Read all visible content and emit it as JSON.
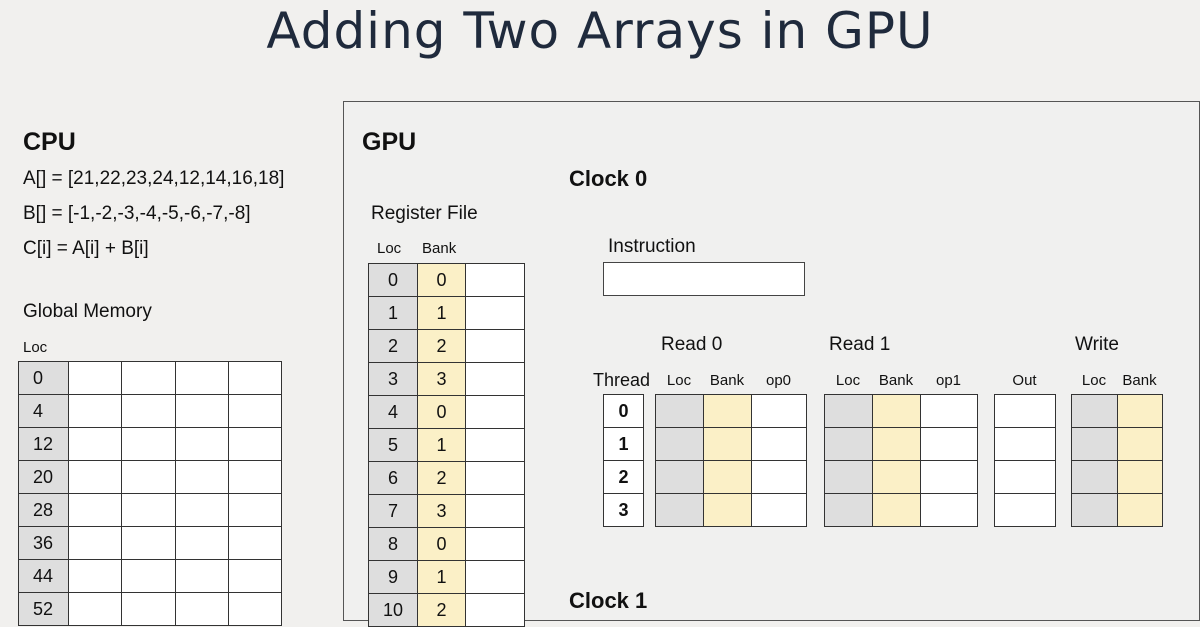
{
  "title": "Adding Two Arrays in GPU",
  "cpu": {
    "heading": "CPU",
    "lines": [
      "A[] = [21,22,23,24,12,14,16,18]",
      "B[] = [-1,-2,-3,-4,-5,-6,-7,-8]",
      "C[i] = A[i] + B[i]"
    ],
    "global_memory_label": "Global Memory",
    "loc_header": "Loc",
    "locs": [
      "0",
      "4",
      "12",
      "20",
      "28",
      "36",
      "44",
      "52"
    ]
  },
  "gpu": {
    "heading": "GPU",
    "clock0": "Clock 0",
    "clock1": "Clock 1",
    "register_file": {
      "label": "Register File",
      "headers": [
        "Loc",
        "Bank"
      ],
      "rows": [
        [
          "0",
          "0"
        ],
        [
          "1",
          "1"
        ],
        [
          "2",
          "2"
        ],
        [
          "3",
          "3"
        ],
        [
          "4",
          "0"
        ],
        [
          "5",
          "1"
        ],
        [
          "6",
          "2"
        ],
        [
          "7",
          "3"
        ],
        [
          "8",
          "0"
        ],
        [
          "9",
          "1"
        ],
        [
          "10",
          "2"
        ]
      ]
    },
    "instruction_label": "Instruction",
    "read0": {
      "label": "Read 0",
      "headers": [
        "Loc",
        "Bank",
        "op0"
      ]
    },
    "read1": {
      "label": "Read 1",
      "headers": [
        "Loc",
        "Bank",
        "op1"
      ]
    },
    "out_header": "Out",
    "write": {
      "label": "Write",
      "headers": [
        "Loc",
        "Bank"
      ]
    },
    "thread_label": "Thread",
    "threads": [
      "0",
      "1",
      "2",
      "3"
    ]
  }
}
